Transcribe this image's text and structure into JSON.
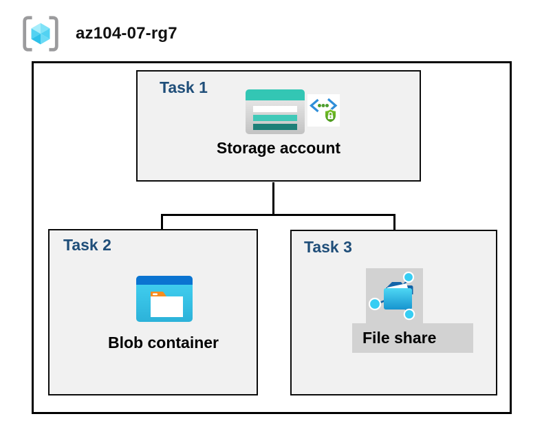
{
  "header": {
    "resource_group_name": "az104-07-rg7",
    "resource_group_icon": "resource-group-icon"
  },
  "colors": {
    "task_label_navy": "#1f4e79",
    "box_fill_gray": "#f1f1f1",
    "border_black": "#000000",
    "highlight_gray": "#d2d2d2",
    "storage_teal": "#33c6b4",
    "storage_teal_dark": "#1e7f78",
    "azure_blue": "#0b74d1",
    "cyan": "#36cdf3",
    "sas_green": "#47951d",
    "sas_chevron_blue": "#2f8ed8"
  },
  "tasks": [
    {
      "label": "Task 1",
      "node_label": "Storage account",
      "icons": [
        "storage-account-icon",
        "sas-security-icon"
      ]
    },
    {
      "label": "Task 2",
      "node_label": "Blob container",
      "icons": [
        "blob-container-icon"
      ]
    },
    {
      "label": "Task 3",
      "node_label": "File share",
      "icons": [
        "file-share-icon"
      ]
    }
  ]
}
